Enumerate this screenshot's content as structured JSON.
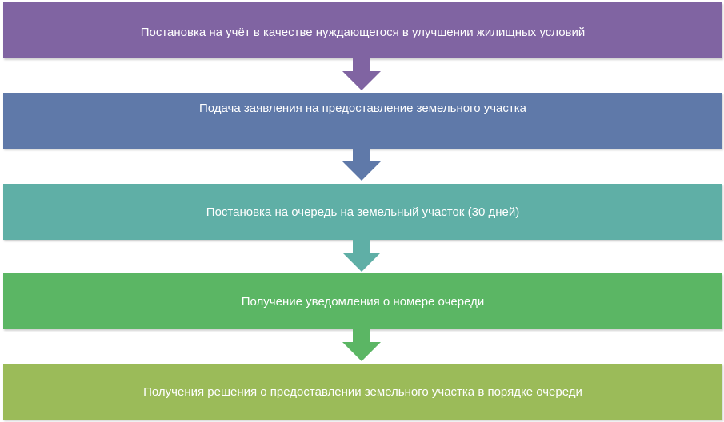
{
  "steps": [
    {
      "label": "Постановка на учёт в качестве нуждающегося в улучшении жилищных условий",
      "color": "#8064a2"
    },
    {
      "label": "Подача заявления на предоставление земельного участка",
      "color": "#5f79a9"
    },
    {
      "label": "Постановка на очередь на земельный участок (30 дней)",
      "color": "#5fafa6"
    },
    {
      "label": "Получение уведомления о номере очереди",
      "color": "#5bb664"
    },
    {
      "label": "Получения решения о предоставлении земельного участка в порядке очереди",
      "color": "#9bbb59"
    }
  ]
}
